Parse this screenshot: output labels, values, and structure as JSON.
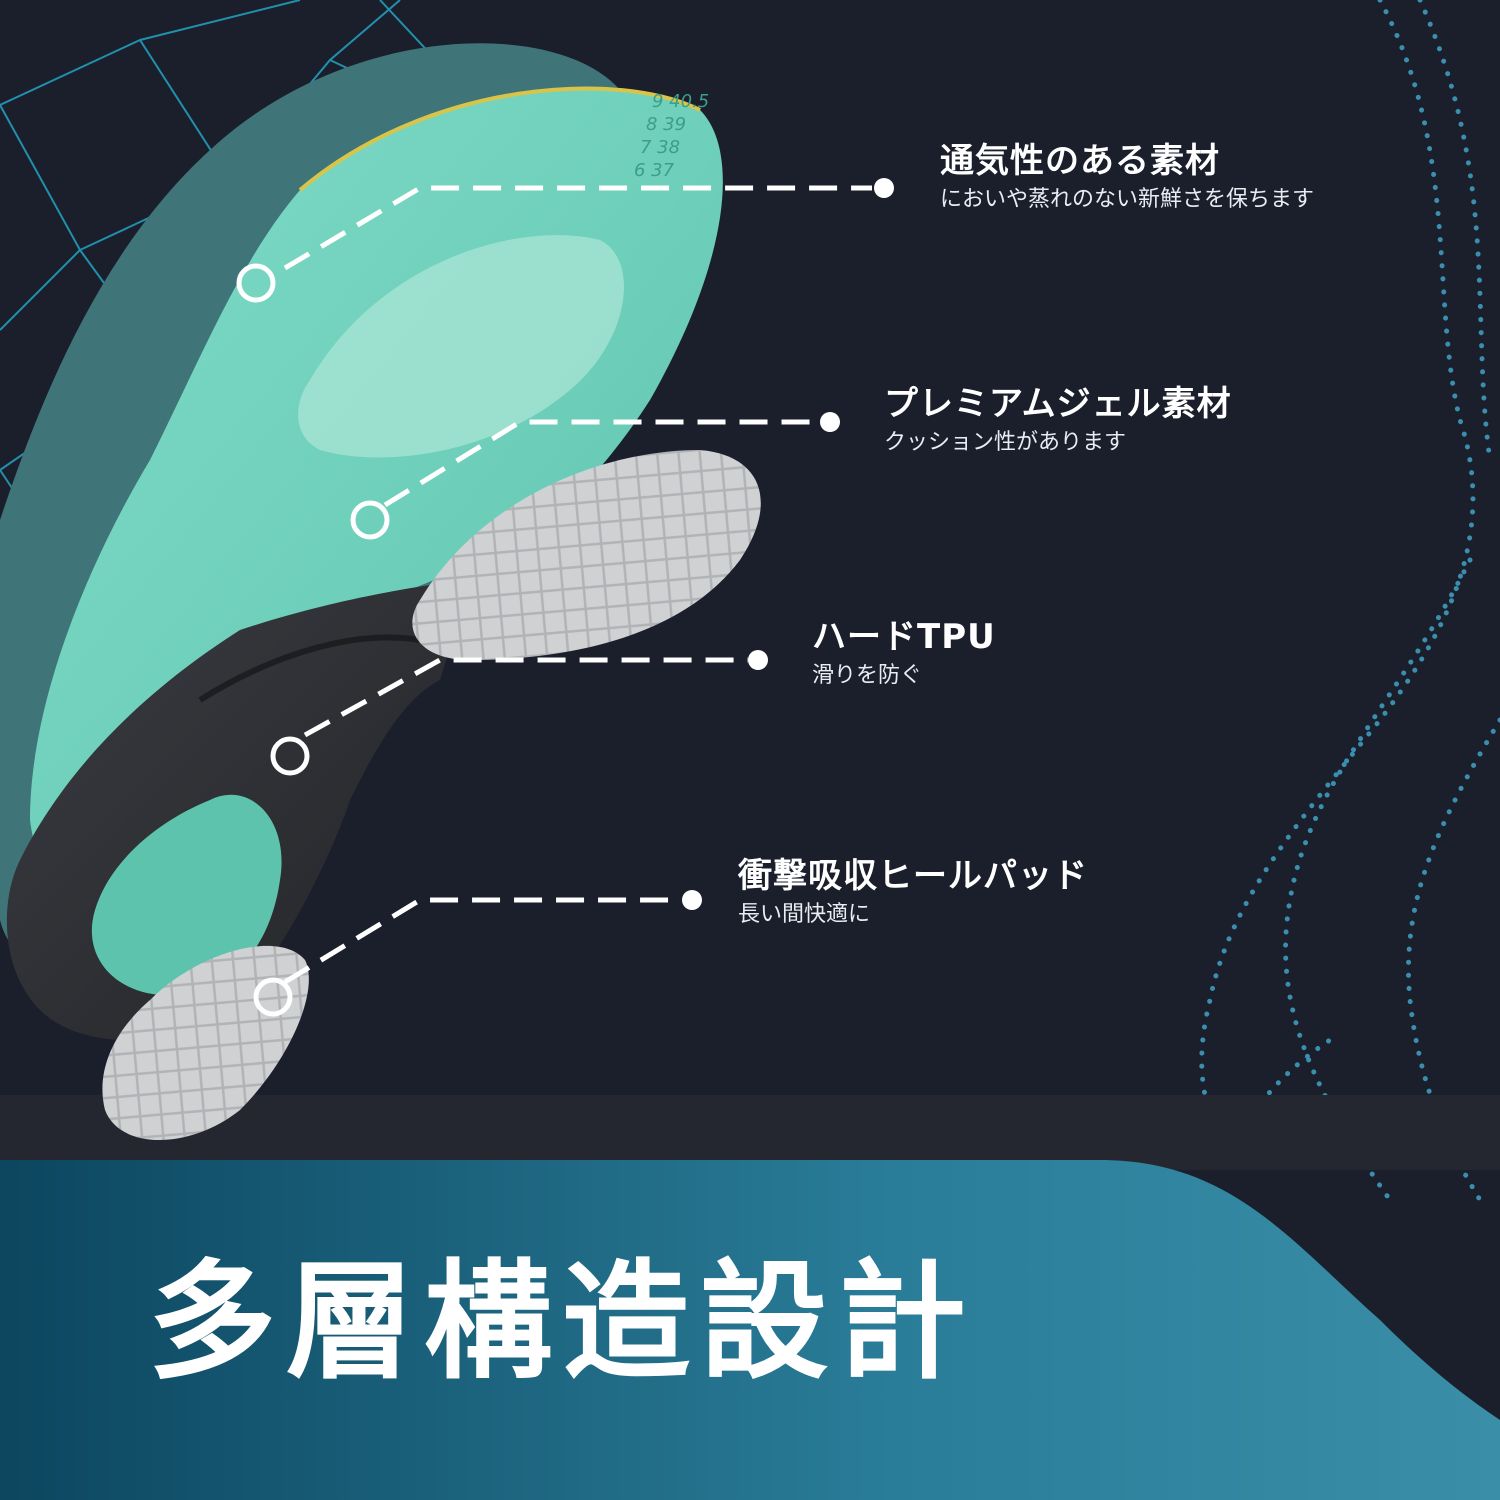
{
  "headline": "多層構造設計",
  "size_marks": [
    "9 40.5",
    "8 39",
    "7 38",
    "6 37"
  ],
  "layers": [
    {
      "title": "通気性のある素材",
      "description": "においや蒸れのない新鮮さを保ちます"
    },
    {
      "title": "プレミアムジェル素材",
      "description": "クッション性があります"
    },
    {
      "title": "ハードTPU",
      "description": "滑りを防ぐ"
    },
    {
      "title": "衝撃吸収ヒールパッド",
      "description": "長い間快適に"
    }
  ],
  "colors": {
    "background": "#1b1f2c",
    "insole_base": "#3f7479",
    "insole_top": "#6fd3bf",
    "gel": "#a6e3d3",
    "tpu_frame": "#2b2d31",
    "pad": "#c9cbcd",
    "band_light": "#3a8ea7",
    "band_dark": "#0c465f",
    "accent_line": "#22a4c3"
  }
}
